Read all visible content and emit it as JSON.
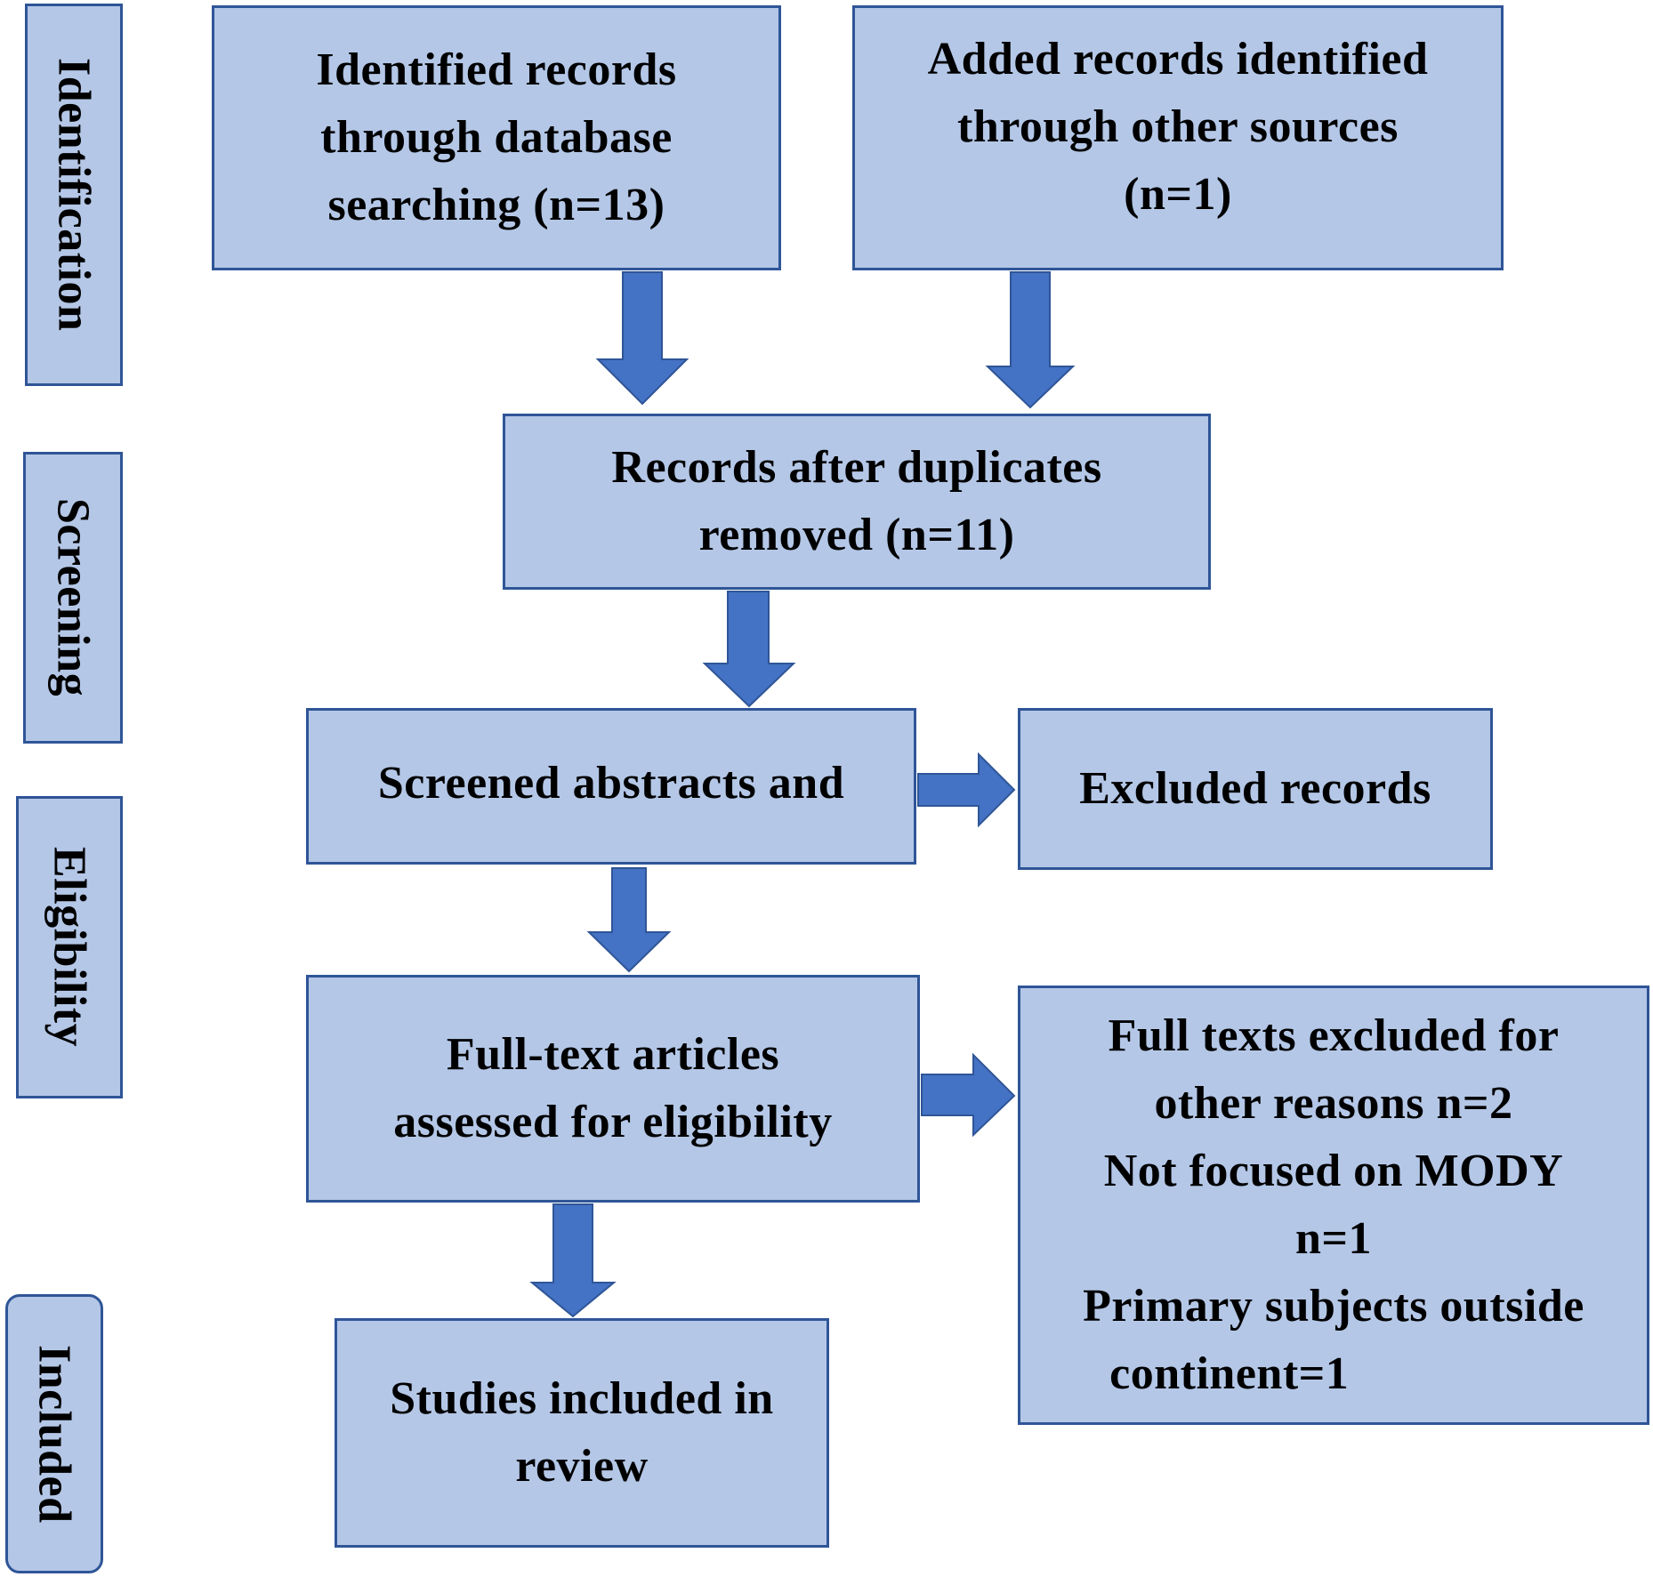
{
  "stages": {
    "identification": "Identification",
    "screening": "Screening",
    "eligibility": "Eligibility",
    "included": "Included"
  },
  "boxes": {
    "database_records": [
      "Identified records",
      "through database",
      "searching (n=13)"
    ],
    "other_sources": [
      "Added records identified",
      "through other sources",
      "(n=1)"
    ],
    "after_duplicates": [
      "Records after duplicates",
      "removed (n=11)"
    ],
    "screened": [
      "Screened abstracts and"
    ],
    "excluded": [
      "Excluded records"
    ],
    "full_text": [
      "Full-text articles",
      "assessed for eligibility"
    ],
    "full_text_excluded": [
      "Full texts excluded for",
      "other reasons n=2",
      "Not focused on MODY",
      "n=1",
      "Primary subjects outside",
      "continent=1"
    ],
    "included": [
      "Studies included in",
      "review"
    ]
  },
  "colors": {
    "box_fill": "#b4c7e7",
    "box_border": "#2f5597",
    "arrow_fill": "#4472c4",
    "arrow_border": "#2f5597"
  }
}
